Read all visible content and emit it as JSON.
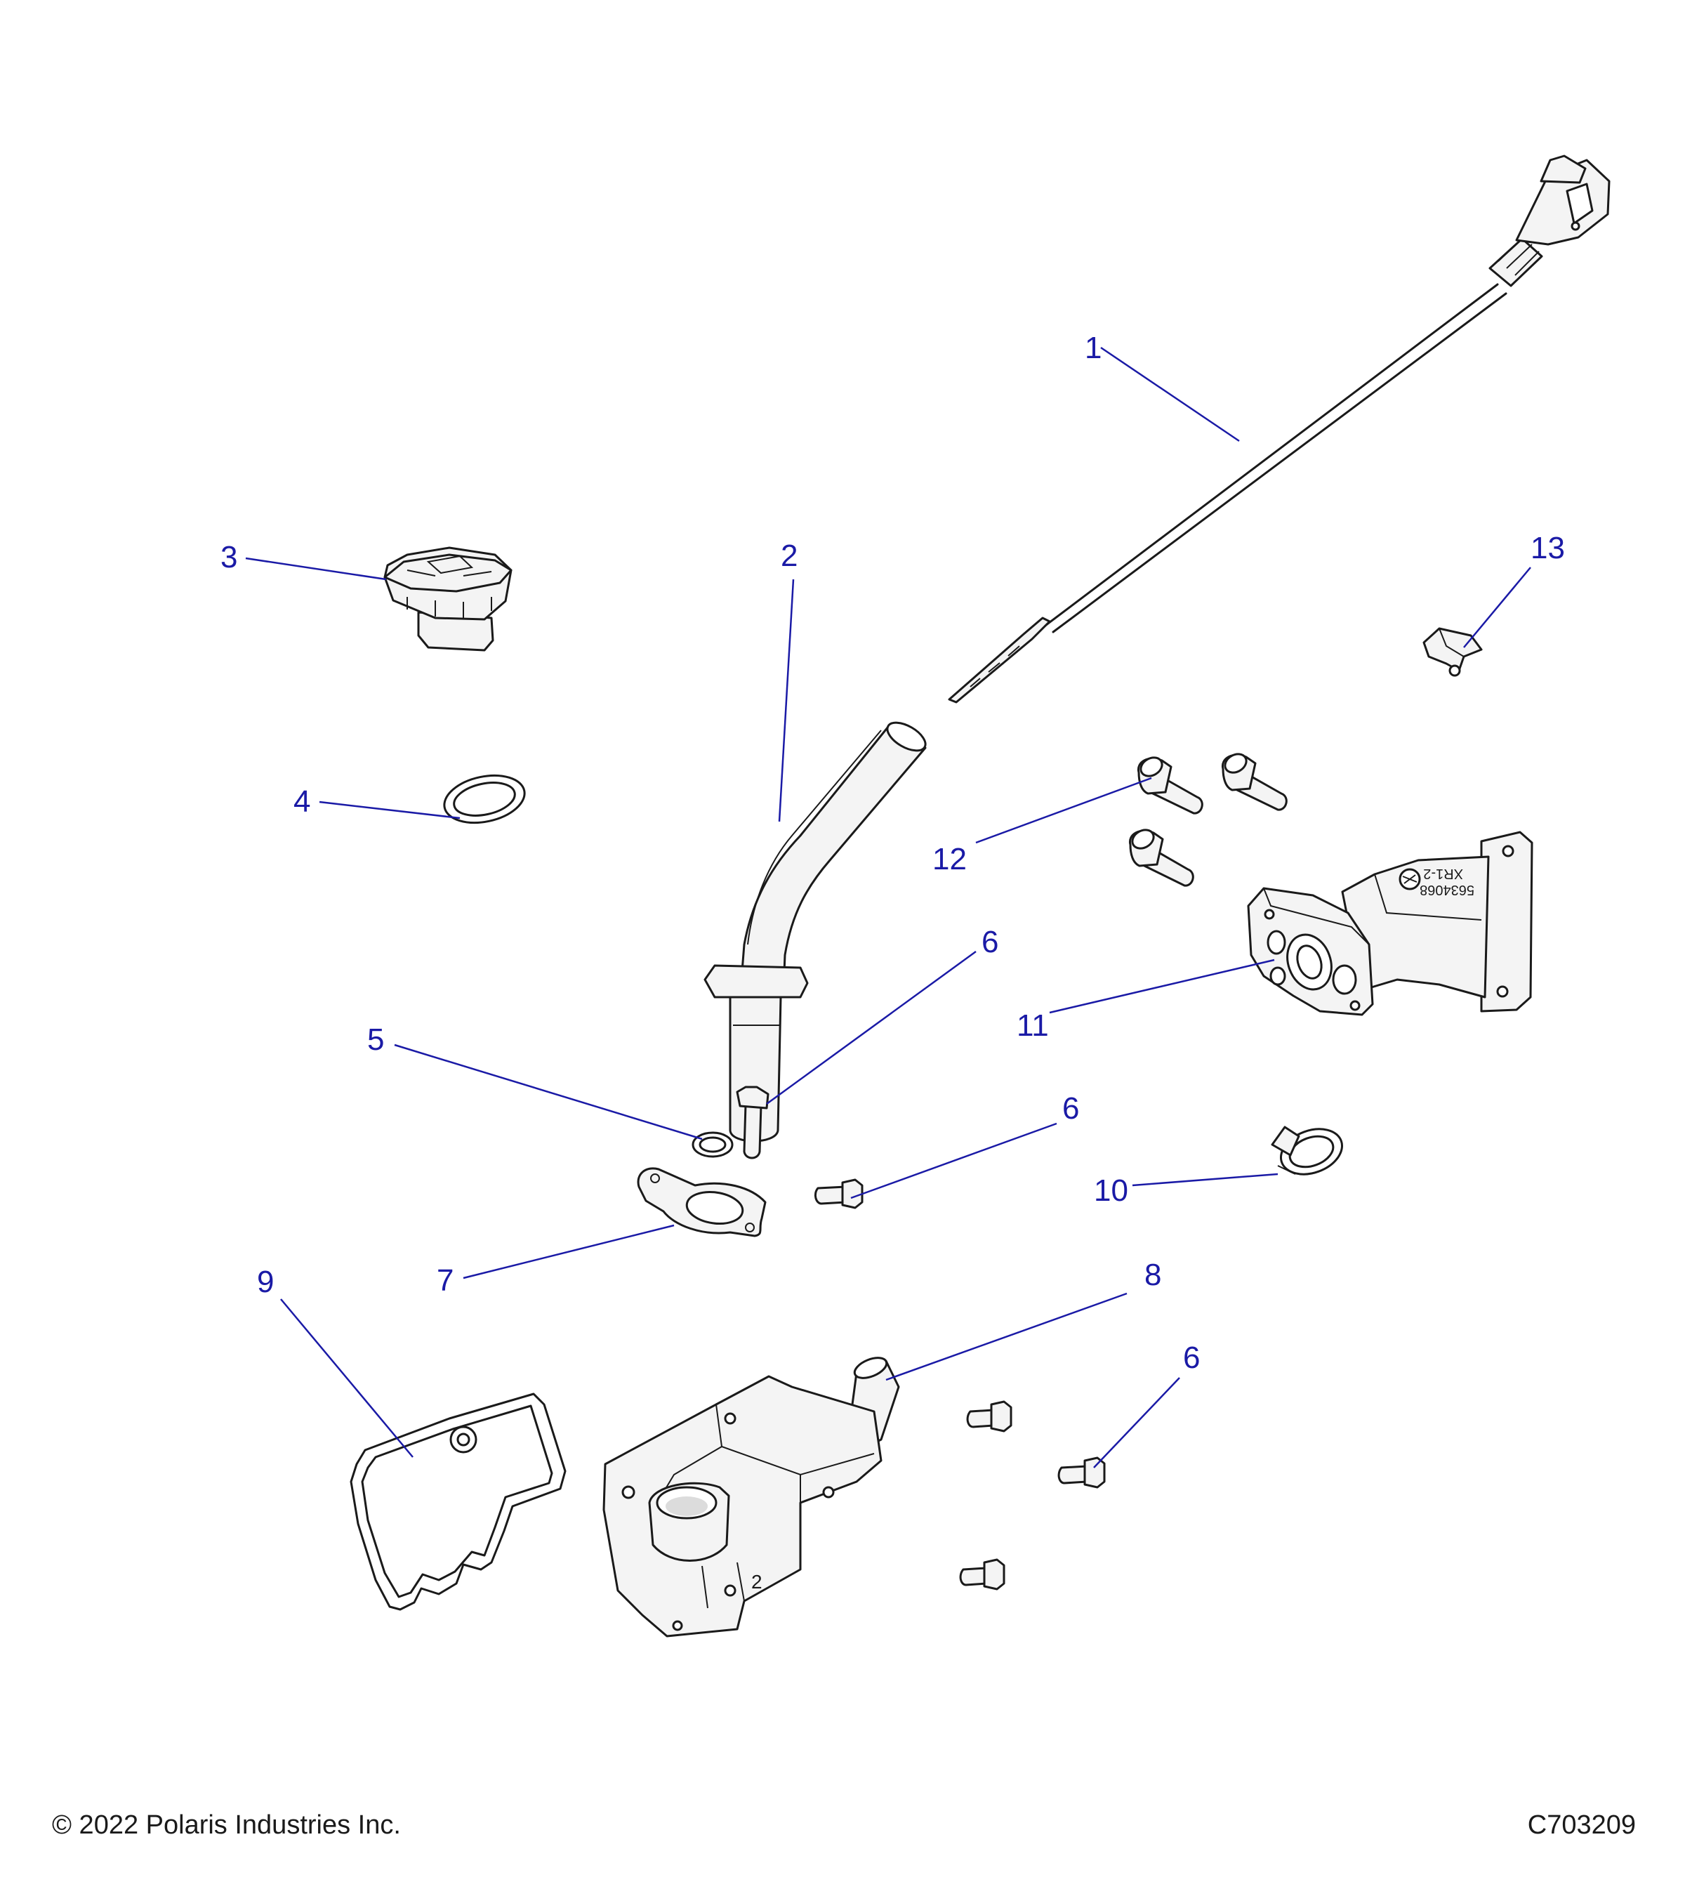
{
  "callouts": [
    {
      "id": "1",
      "label": "1"
    },
    {
      "id": "2",
      "label": "2"
    },
    {
      "id": "3",
      "label": "3"
    },
    {
      "id": "4",
      "label": "4"
    },
    {
      "id": "5",
      "label": "5"
    },
    {
      "id": "6a",
      "label": "6"
    },
    {
      "id": "6b",
      "label": "6"
    },
    {
      "id": "6c",
      "label": "6"
    },
    {
      "id": "7",
      "label": "7"
    },
    {
      "id": "8",
      "label": "8"
    },
    {
      "id": "9",
      "label": "9"
    },
    {
      "id": "10",
      "label": "10"
    },
    {
      "id": "11",
      "label": "11"
    },
    {
      "id": "12",
      "label": "12"
    },
    {
      "id": "13",
      "label": "13"
    }
  ],
  "part_markings": {
    "housing_number": "2",
    "adapter_code_line1": "5634068",
    "adapter_code_line2": "XR1-2"
  },
  "footer": {
    "copyright": "© 2022 Polaris Industries Inc.",
    "drawing_number": "C703209"
  },
  "colors": {
    "callout": "#1a1aa6",
    "line_art": "#1a1a1a"
  }
}
